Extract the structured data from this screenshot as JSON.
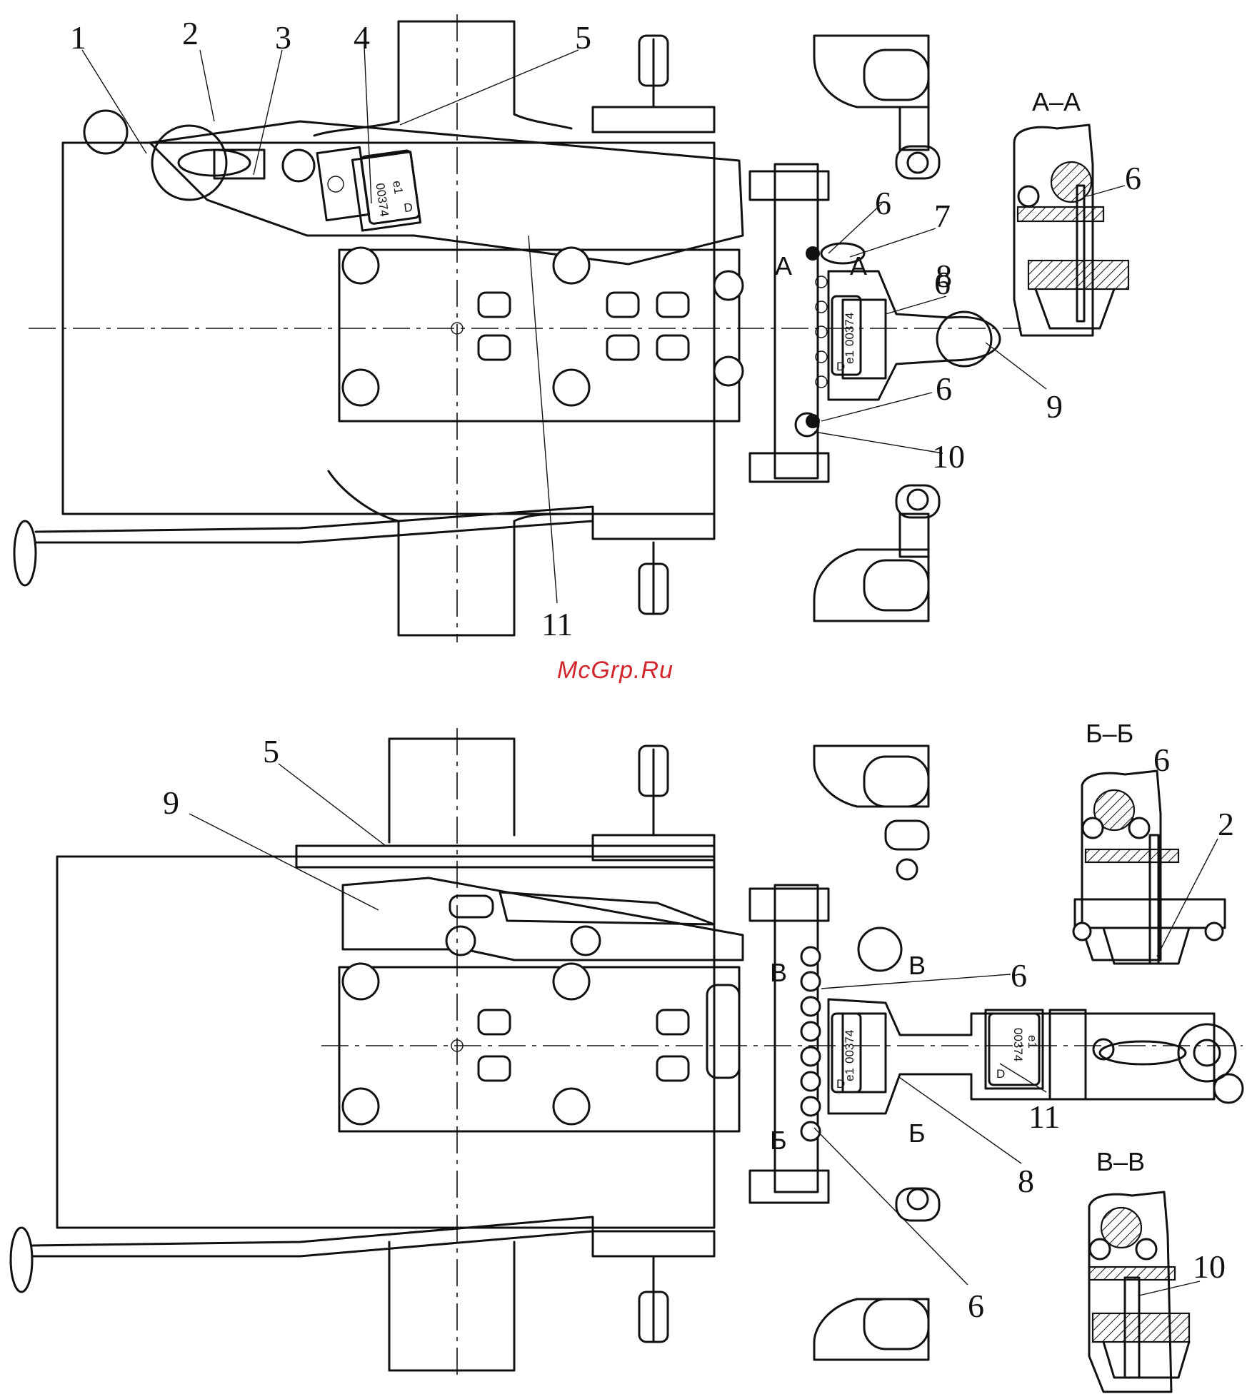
{
  "watermark": "McGrp.Ru",
  "top_view": {
    "callouts": [
      "1",
      "2",
      "3",
      "4",
      "5",
      "6",
      "7",
      "6",
      "8",
      "9",
      "6",
      "10",
      "11"
    ],
    "section_marks": [
      "А",
      "А"
    ],
    "section_title": "А–А",
    "section_callout": "6"
  },
  "bottom_view": {
    "callouts": [
      "5",
      "9",
      "6",
      "11",
      "8",
      "6"
    ],
    "section_marks": [
      "В",
      "В",
      "Б",
      "Б"
    ],
    "section_bb_title": "Б–Б",
    "section_bb_callouts": [
      "6",
      "2"
    ],
    "section_vv_title": "В–В",
    "section_vv_callout": "10"
  },
  "plates": {
    "mark": "e1",
    "number": "00374",
    "letter": "D"
  }
}
